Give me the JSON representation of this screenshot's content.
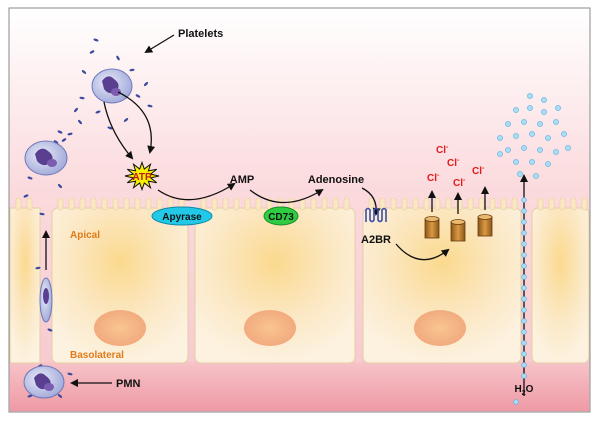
{
  "labels": {
    "platelets": "Platelets",
    "atp": "ATP",
    "amp": "AMP",
    "adenosine": "Adenosine",
    "apyrase": "Apyrase",
    "cd73": "CD73",
    "a2br": "A2BR",
    "apical": "Apical",
    "basolateral": "Basolateral",
    "pmn": "PMN",
    "chloride": [
      "Cl",
      "Cl",
      "Cl",
      "Cl",
      "Cl"
    ],
    "chloride_charge": "-",
    "water": "H",
    "water_sub": "2",
    "water_tail": "O"
  },
  "colors": {
    "apical_text": "#e07b1a",
    "basolateral_text": "#e07b1a",
    "chloride_text": "#e21c1c",
    "apyrase_fill": "#22c8e8",
    "cd73_fill": "#2ecc40",
    "atp_burst": "#f7f000",
    "cell_fill": "#fbe9c4",
    "nucleus_fill": "#f4b58a",
    "top_bg": "#fbe0e2",
    "bottom_bg": "#f2a6ae",
    "water_drop": "#9fd3f0",
    "channel": "#b57a2b"
  },
  "icons": [
    "neutrophil-icon",
    "platelet-fragment-icon",
    "atp-burst-icon",
    "receptor-icon",
    "chloride-channel-icon",
    "water-droplet-icon"
  ]
}
